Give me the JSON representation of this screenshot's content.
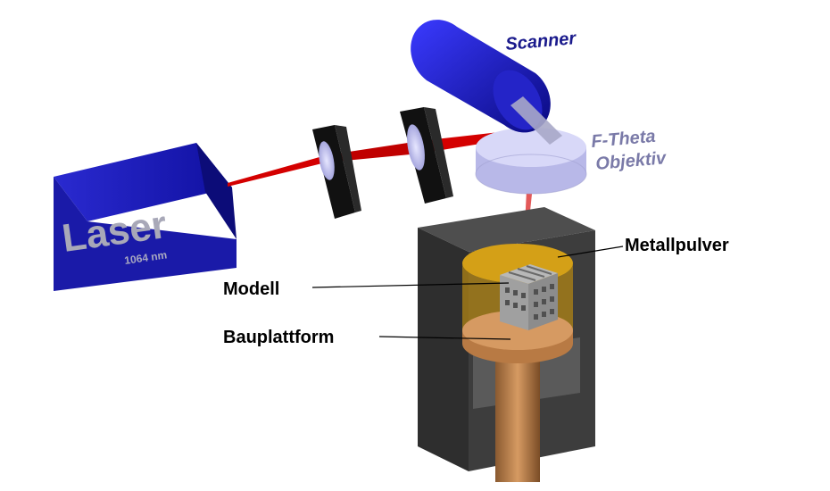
{
  "labels": {
    "laser": "Laser",
    "wavelength": "1064 nm",
    "scanner": "Scanner",
    "ftheta_line1": "F-Theta",
    "ftheta_line2": "Objektiv",
    "metallpulver": "Metallpulver",
    "modell": "Modell",
    "bauplattform": "Bauplattform"
  },
  "colors": {
    "laser_body": "#1a1aa8",
    "scanner_body": "#1c1cc0",
    "beam": "#d40000",
    "lens_mount": "#111111",
    "ftheta_lens": "#c8c8f0",
    "chamber": "#3d3d3d",
    "powder": "#d4a017",
    "platform": "#c98a52",
    "model": "#9a9a9a",
    "scanner_label": "#1a1a8c",
    "ftheta_label": "#7a7aa8",
    "laser_label": "#a8a8b8"
  }
}
